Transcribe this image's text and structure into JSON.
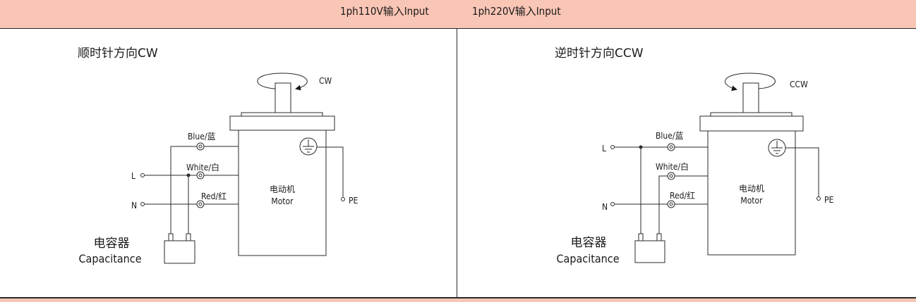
{
  "header": {
    "input_110": "1ph110V输入Input",
    "input_220": "1ph220V输入Input"
  },
  "left_panel": {
    "title": "顺时针方向CW",
    "rotation_label": "CW",
    "wire_blue": "Blue/蓝",
    "wire_white": "White/白",
    "wire_red": "Red/红",
    "terminal_l": "L",
    "terminal_n": "N",
    "terminal_pe": "PE",
    "motor_cn": "电动机",
    "motor_en": "Motor",
    "capacitor_cn": "电容器",
    "capacitor_en": "Capacitance"
  },
  "right_panel": {
    "title": "逆时针方向CCW",
    "rotation_label": "CCW",
    "wire_blue": "Blue/蓝",
    "wire_white": "White/白",
    "wire_red": "Red/红",
    "terminal_l": "L",
    "terminal_n": "N",
    "terminal_pe": "PE",
    "motor_cn": "电动机",
    "motor_en": "Motor",
    "capacitor_cn": "电容器",
    "capacitor_en": "Capacitance"
  },
  "colors": {
    "header_bg": "#f9c5b5",
    "line": "#2a2a2a"
  }
}
